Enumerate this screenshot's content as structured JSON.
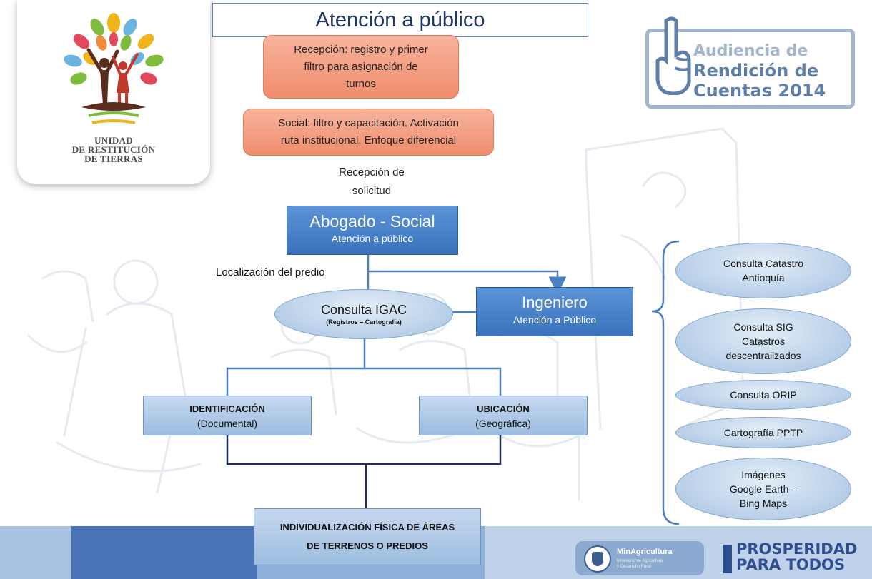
{
  "title": "Atención a público",
  "logo": {
    "lines": [
      "UNIDAD",
      "DE RESTITUCIÓN",
      "DE TIERRAS"
    ]
  },
  "badge": {
    "lines": [
      "Audiencia de",
      "Rendición de",
      "Cuentas 2014"
    ]
  },
  "reception_box": {
    "lines": [
      "Recepción:  registro y primer",
      "filtro para asignación  de",
      "turnos"
    ]
  },
  "social_box": {
    "lines": [
      "Social: filtro y capacitación. Activación",
      "ruta institucional.  Enfoque diferencial"
    ]
  },
  "reception_request": {
    "lines": [
      "Recepción de",
      "solicitud"
    ]
  },
  "lawyer": {
    "title": "Abogado - Social",
    "subtitle": "Atención  a público"
  },
  "locate_label": "Localización del predio",
  "igac": {
    "title": "Consulta IGAC",
    "subtitle": "(Registros – Cartografía)"
  },
  "engineer": {
    "title": "Ingeniero",
    "subtitle": "Atención  a Público"
  },
  "identification": {
    "title": "IDENTIFICACIÓN",
    "subtitle": "(Documental)"
  },
  "location": {
    "title": "UBICACIÓN",
    "subtitle": "(Geográfica)"
  },
  "result": {
    "lines": [
      "INDIVIDUALIZACIÓN FÍSICA DE ÁREAS",
      "DE TERRENOS  O PREDIOS"
    ]
  },
  "consultations": [
    {
      "lines": [
        "Consulta Catastro",
        "Antioquía"
      ]
    },
    {
      "lines": [
        "Consulta SIG",
        "Catastros",
        "descentralizados"
      ]
    },
    {
      "lines": [
        "Consulta ORIP"
      ]
    },
    {
      "lines": [
        "Cartografía PPTP"
      ]
    },
    {
      "lines": [
        "Imágenes",
        "Google Earth –",
        "Bing Maps"
      ]
    }
  ],
  "footer": {
    "ministry": "MinAgricultura",
    "ministry_sub": [
      "Ministerio de Agricultura",
      "y Desarrollo Rural"
    ],
    "slogan": [
      "PROSPERIDAD",
      "PARA TODOS"
    ]
  },
  "colors": {
    "orange_box": "#f4a080",
    "blue_box": "#4a82c8",
    "light_box": "#b3cde8",
    "connector": "#4a7fc0",
    "dark_connector": "#1f2b5e",
    "badge_text": "#5f7fa8"
  }
}
